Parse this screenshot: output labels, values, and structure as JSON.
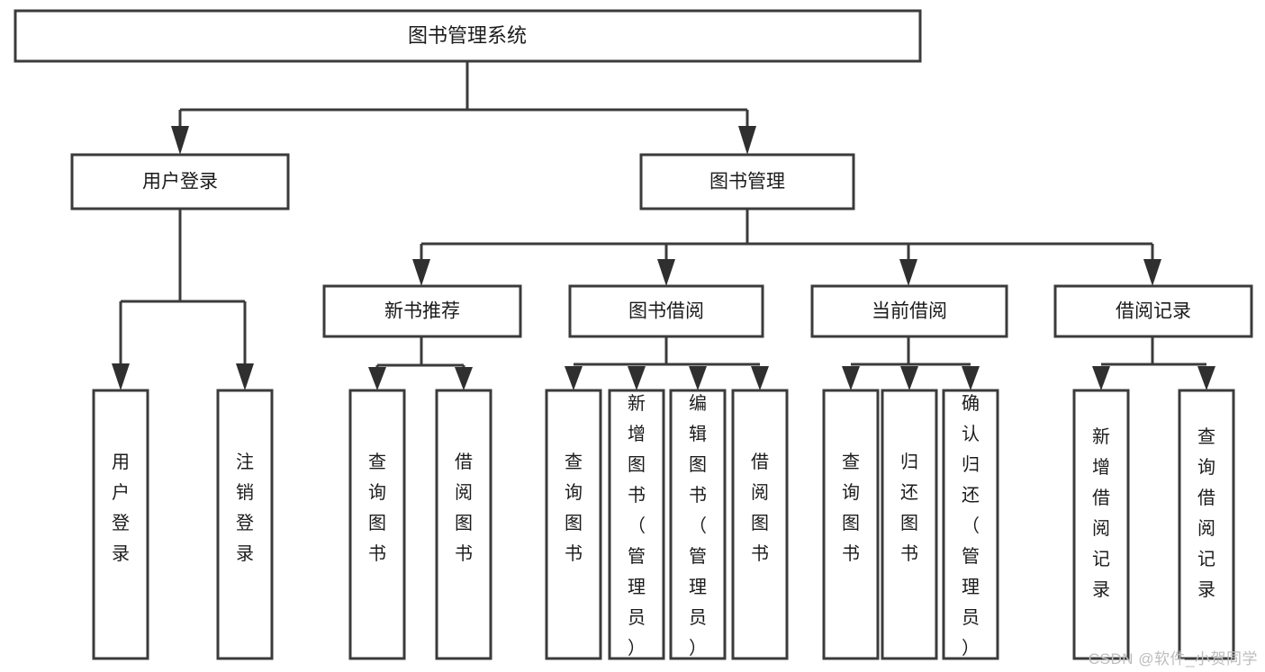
{
  "diagram": {
    "title": "图书管理系统",
    "watermark": "CSDN @软件_小贺同学",
    "colors": {
      "box_stroke": "#3b3b3b",
      "connector": "#3b3b3b",
      "arrow": "#2f2f2f",
      "text": "#1b1b1b",
      "background": "#ffffff",
      "watermark": "#bdbdbd"
    },
    "levels": {
      "root": {
        "label": "图书管理系统"
      },
      "level2": [
        {
          "label": "用户登录"
        },
        {
          "label": "图书管理"
        }
      ],
      "level3": [
        {
          "label": "新书推荐"
        },
        {
          "label": "图书借阅"
        },
        {
          "label": "当前借阅"
        },
        {
          "label": "借阅记录"
        }
      ],
      "leaves": {
        "user_login": [
          {
            "label": "用户登录"
          },
          {
            "label": "注销登录"
          }
        ],
        "new_book_recommend": [
          {
            "label": "查询图书"
          },
          {
            "label": "借阅图书"
          }
        ],
        "book_borrow": [
          {
            "label": "查询图书"
          },
          {
            "label": "新增图书（管理员）"
          },
          {
            "label": "编辑图书（管理员）"
          },
          {
            "label": "借阅图书"
          }
        ],
        "current_borrow": [
          {
            "label": "查询图书"
          },
          {
            "label": "归还图书"
          },
          {
            "label": "确认归还（管理员）"
          }
        ],
        "borrow_record": [
          {
            "label": "新增借阅记录"
          },
          {
            "label": "查询借阅记录"
          }
        ]
      }
    }
  }
}
